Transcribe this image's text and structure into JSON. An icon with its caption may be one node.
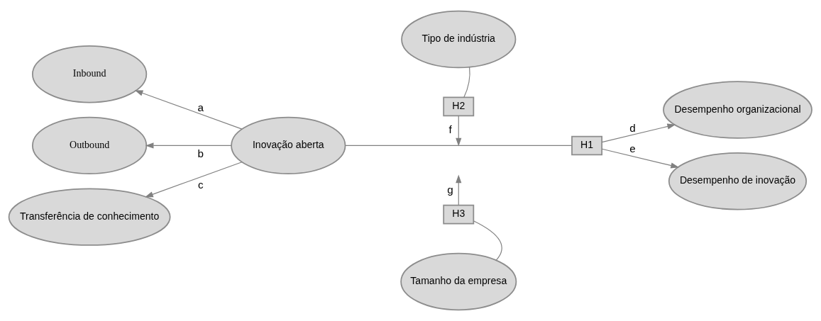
{
  "diagram": {
    "nodes": [
      {
        "text": [
          "Inbound"
        ]
      },
      {
        "text": [
          "Outbound"
        ]
      },
      {
        "text": [
          "Transferência de conhecimento"
        ]
      },
      {
        "text": [
          "Inovação aberta"
        ]
      },
      {
        "text": [
          "Tipo de indústria"
        ]
      },
      {
        "text": [
          "H2"
        ]
      },
      {
        "text": [
          "Tamanho da empresa"
        ]
      },
      {
        "text": [
          "H3"
        ]
      },
      {
        "text": [
          "H1"
        ]
      },
      {
        "text": [
          "Desempenho organizacional"
        ]
      },
      {
        "text": [
          "Desempenho de inovação"
        ]
      }
    ],
    "edges": [
      {
        "from": 3,
        "to": 0,
        "arrow": "to",
        "label": "a"
      },
      {
        "from": 3,
        "to": 1,
        "arrow": "to",
        "label": "b"
      },
      {
        "from": 3,
        "to": 2,
        "arrow": "to",
        "label": "c"
      },
      {
        "from": 3,
        "to": 8,
        "arrow": "none"
      },
      {
        "from": 4,
        "to": 5,
        "arrow": "none"
      },
      {
        "from": 5,
        "to": null,
        "arrow": "to",
        "label": "f"
      },
      {
        "from": 6,
        "to": 7,
        "arrow": "none"
      },
      {
        "from": 7,
        "to": null,
        "arrow": "to",
        "label": "g"
      },
      {
        "from": 8,
        "to": 9,
        "arrow": "to",
        "label": "d"
      },
      {
        "from": 8,
        "to": 10,
        "arrow": "to",
        "label": "e"
      }
    ]
  }
}
